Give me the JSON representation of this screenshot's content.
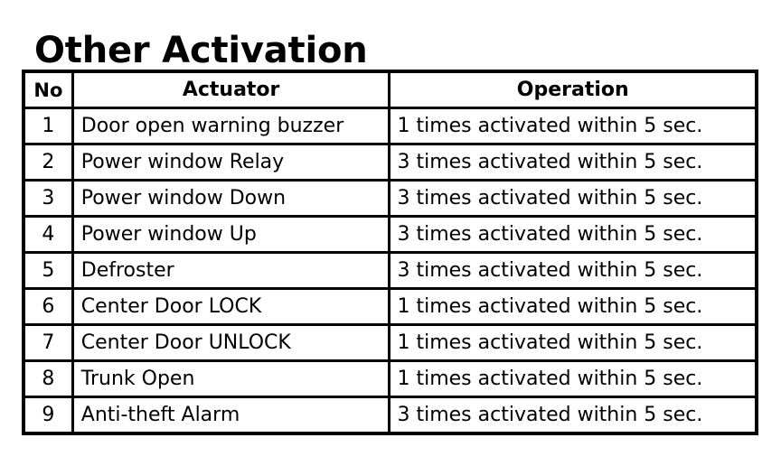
{
  "page": {
    "title": "Other Activation",
    "background_color": "#ffffff",
    "text_color": "#000000",
    "border_color": "#000000"
  },
  "table": {
    "name": "other-activation-table",
    "columns": [
      {
        "key": "no",
        "label": "No"
      },
      {
        "key": "actuator",
        "label": "Actuator"
      },
      {
        "key": "operation",
        "label": "Operation"
      }
    ],
    "rows": [
      {
        "no": "1",
        "actuator": "Door open warning buzzer",
        "operation": "1 times activated within 5 sec."
      },
      {
        "no": "2",
        "actuator": "Power window Relay",
        "operation": "3 times activated within 5 sec."
      },
      {
        "no": "3",
        "actuator": "Power window Down",
        "operation": "3 times activated within 5 sec."
      },
      {
        "no": "4",
        "actuator": "Power window Up",
        "operation": "3 times activated within 5 sec."
      },
      {
        "no": "5",
        "actuator": "Defroster",
        "operation": "3 times activated within 5 sec."
      },
      {
        "no": "6",
        "actuator": "Center Door LOCK",
        "operation": "1 times activated within 5 sec."
      },
      {
        "no": "7",
        "actuator": "Center Door UNLOCK",
        "operation": "1 times activated within 5 sec."
      },
      {
        "no": "8",
        "actuator": "Trunk Open",
        "operation": "1 times activated within 5 sec."
      },
      {
        "no": "9",
        "actuator": "Anti-theft Alarm",
        "operation": "3 times activated within 5 sec."
      }
    ]
  }
}
